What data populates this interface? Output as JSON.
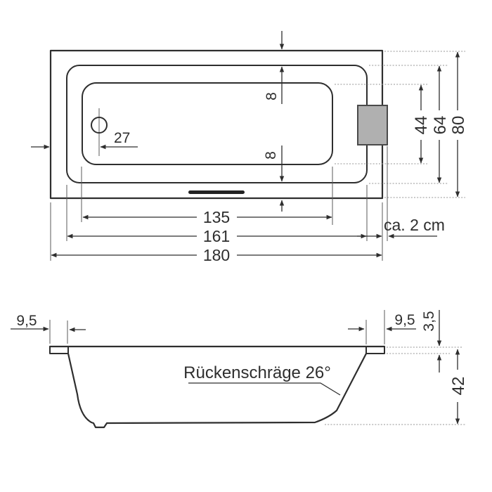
{
  "top_view": {
    "dimensions": {
      "drain_offset": "27",
      "rim_width_top": "8",
      "rim_width_bottom": "8",
      "inner_floor_length": "135",
      "inner_rim_length": "161",
      "overall_length": "180",
      "inner_floor_width": "44",
      "inner_rim_width": "64",
      "overall_width": "80",
      "headrest_overhang": "ca. 2 cm"
    }
  },
  "side_view": {
    "dimensions": {
      "rim_left": "9,5",
      "rim_right": "9,5",
      "rim_thickness": "3,5",
      "depth": "42"
    },
    "backrest_label": "Rückenschräge 26°"
  },
  "colors": {
    "line": "#2e2e2e",
    "extension_line": "#949494",
    "headrest_fill": "#b0b0b0",
    "headrest_border": "#4a4a4a",
    "overflow_slot": "#222222",
    "background": "#ffffff"
  }
}
